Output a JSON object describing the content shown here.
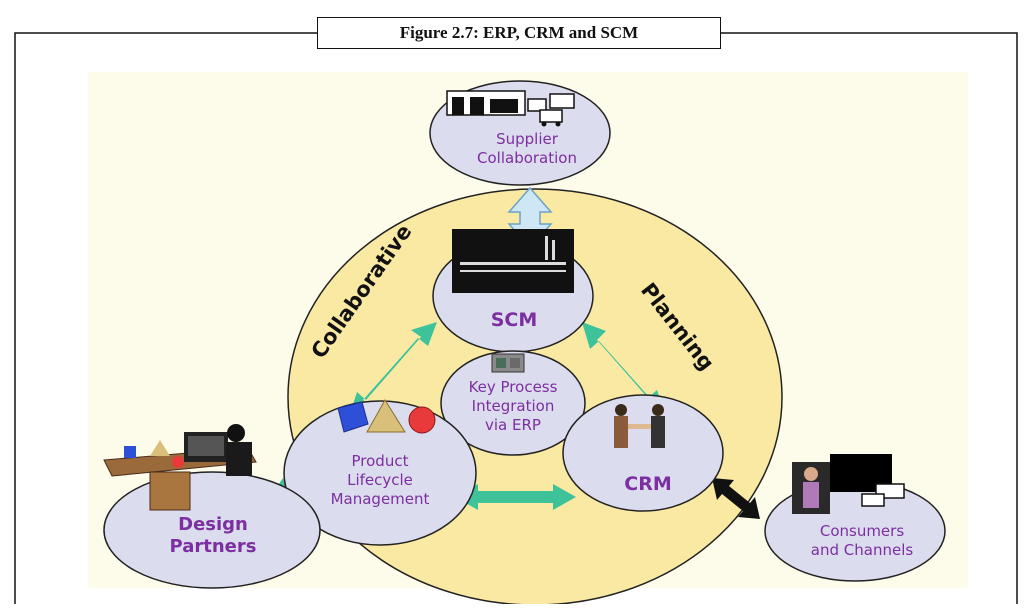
{
  "caption": "Figure 2.7: ERP, CRM and SCM",
  "colors": {
    "background_panel": "#fdfbea",
    "planning_disc": "#f9e9a3",
    "node_fill": "#dcdcef",
    "label_purple": "#7c2fa0",
    "arrow_green": "#3ec29a",
    "arrow_light_blue": "#cfe6f5",
    "arrow_black": "#111111"
  },
  "ring_labels": {
    "left": "Collaborative",
    "right": "Planning"
  },
  "nodes": {
    "supplier": {
      "line1": "Supplier",
      "line2": "Collaboration",
      "icon": "factory-trucks-icon"
    },
    "scm": {
      "label": "SCM",
      "icon": "factory-icon"
    },
    "erp": {
      "line1": "Key Process",
      "line2": "Integration",
      "line3": "via ERP",
      "icon": "server-icon"
    },
    "plm": {
      "line1": "Product",
      "line2": "Lifecycle",
      "line3": "Management",
      "icon": "shapes-icon"
    },
    "crm": {
      "label": "CRM",
      "icon": "handshake-icon"
    },
    "design": {
      "line1": "Design",
      "line2": "Partners",
      "icon": "designer-desk-icon"
    },
    "consumers": {
      "line1": "Consumers",
      "line2": "and Channels",
      "icon": "shopper-icon"
    }
  }
}
